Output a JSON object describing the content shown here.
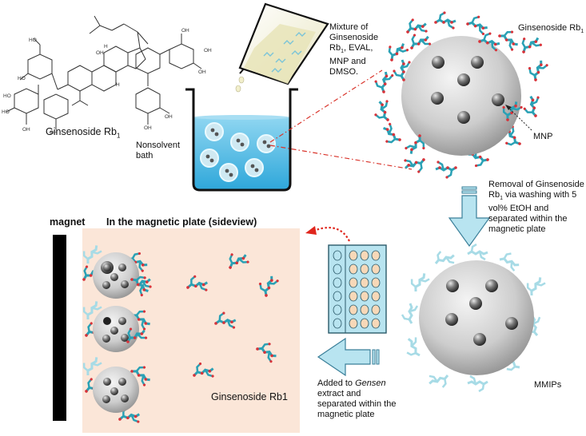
{
  "labels": {
    "rb1_struct": "Ginsenoside Rb",
    "rb1_struct_sub": "1",
    "mixture_line1": "Mixture of",
    "mixture_line2": "Ginsenoside",
    "mixture_line3a": "Rb",
    "mixture_line3sub": "1",
    "mixture_line3b": ", EVAL,",
    "mixture_line4": "MNP and",
    "mixture_line5": "DMSO.",
    "rb1_top": "Ginsenoside Rb",
    "rb1_top_sub": "1",
    "mnp": "MNP",
    "nonsolvent_line1": "Nonsolvent",
    "nonsolvent_line2": "bath",
    "removal_line1": "Removal of Ginsenoside",
    "removal_line2a": "Rb",
    "removal_line2sub": "1",
    "removal_line2b": " via washing with 5",
    "removal_line3": "vol% EtOH and",
    "removal_line4": "separated within the",
    "removal_line5": "magnetic plate",
    "magnet": "magnet",
    "plate_title": "In the magnetic plate (sideview)",
    "added_line1": "Added to ",
    "added_line1_italic": "Gensen",
    "added_line2": "extract and",
    "added_line3": "separated within the",
    "added_line4": "magnetic plate",
    "mmips": "MMIPs",
    "rb1_bottom": "Ginsenoside Rb1"
  },
  "colors": {
    "water": "#43b6e3",
    "plate_bg": "#fbe6d8",
    "arrow_fill": "#b8e4f0",
    "arrow_stroke": "#3a7f99",
    "molecule": "#2aa1b5",
    "molecule_light": "#a7dbe6",
    "red_dash": "#d9342b"
  }
}
